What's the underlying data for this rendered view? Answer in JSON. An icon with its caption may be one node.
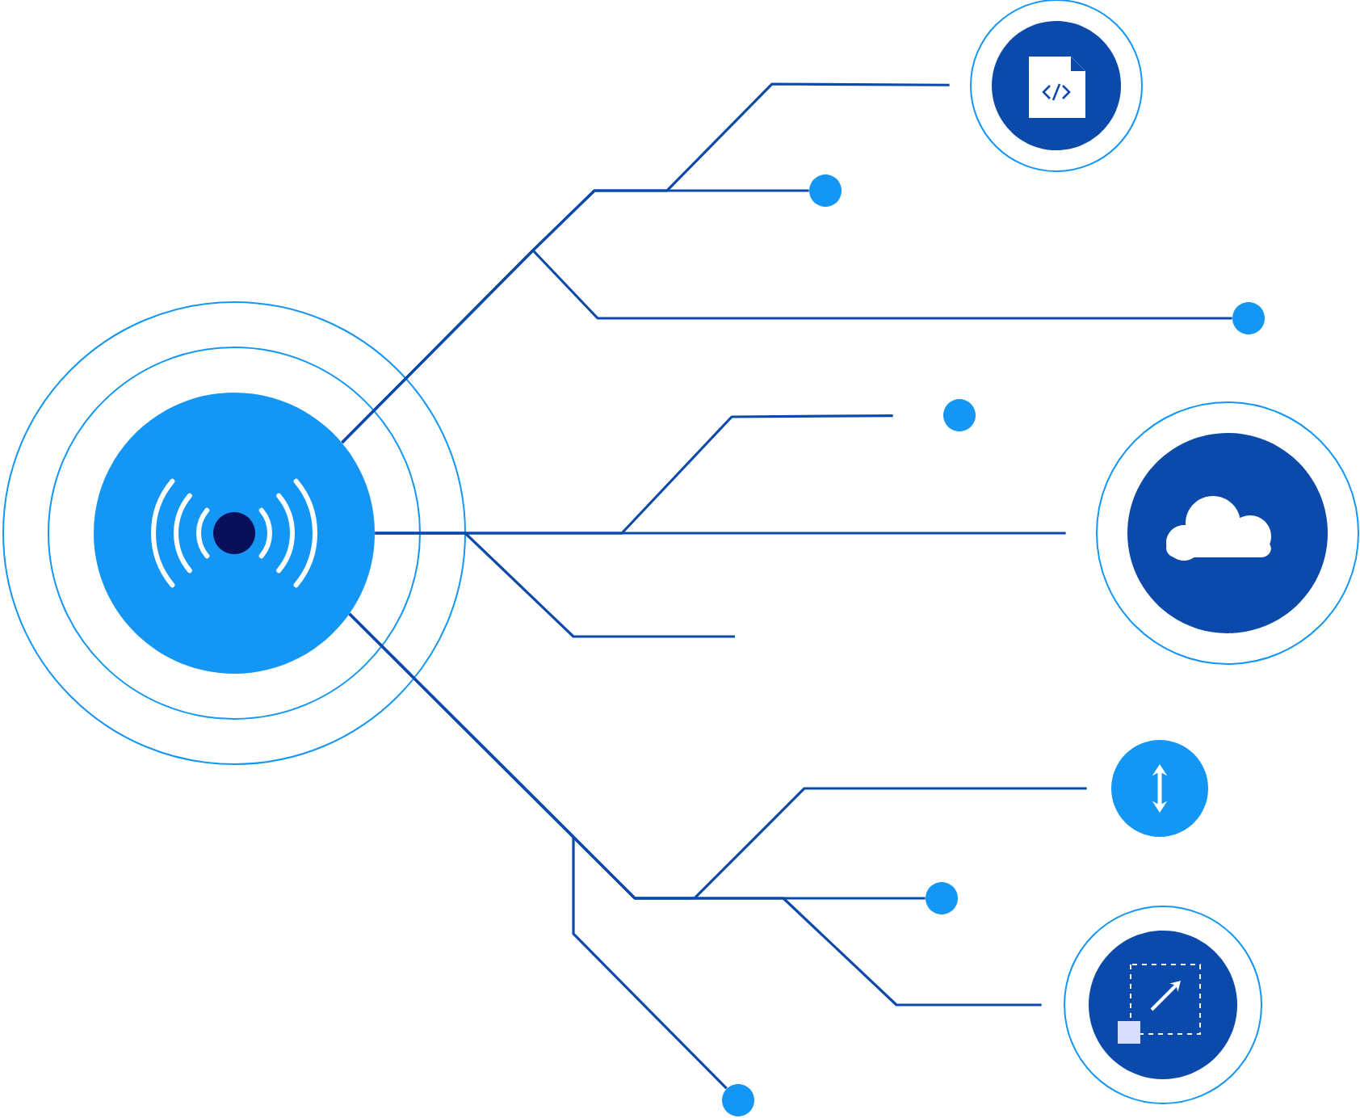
{
  "diagram": {
    "nodes": [
      {
        "text": [],
        "shape": "circle"
      },
      {
        "text": [],
        "shape": "circle"
      },
      {
        "text": [],
        "shape": "circle"
      },
      {
        "text": [],
        "shape": "circle"
      },
      {
        "text": [],
        "shape": "circle"
      },
      {
        "text": [],
        "shape": "circle"
      },
      {
        "text": [],
        "shape": "circle"
      },
      {
        "text": [],
        "shape": "circle"
      },
      {
        "text": [],
        "shape": "circle"
      },
      {
        "text": [],
        "shape": "circle"
      }
    ],
    "edges": [
      {
        "from": 0,
        "to": 1,
        "arrow": "none"
      },
      {
        "from": 0,
        "to": 2,
        "arrow": "none"
      },
      {
        "from": 0,
        "to": 3,
        "arrow": "none"
      },
      {
        "from": 0,
        "to": 4,
        "arrow": "none"
      },
      {
        "from": 0,
        "to": 5,
        "arrow": "none"
      },
      {
        "from": 0,
        "to": null,
        "arrow": "none"
      },
      {
        "from": 0,
        "to": 6,
        "arrow": "none"
      },
      {
        "from": 0,
        "to": 7,
        "arrow": "none"
      },
      {
        "from": 0,
        "to": 8,
        "arrow": "none"
      },
      {
        "from": 0,
        "to": 9,
        "arrow": "none"
      }
    ]
  }
}
